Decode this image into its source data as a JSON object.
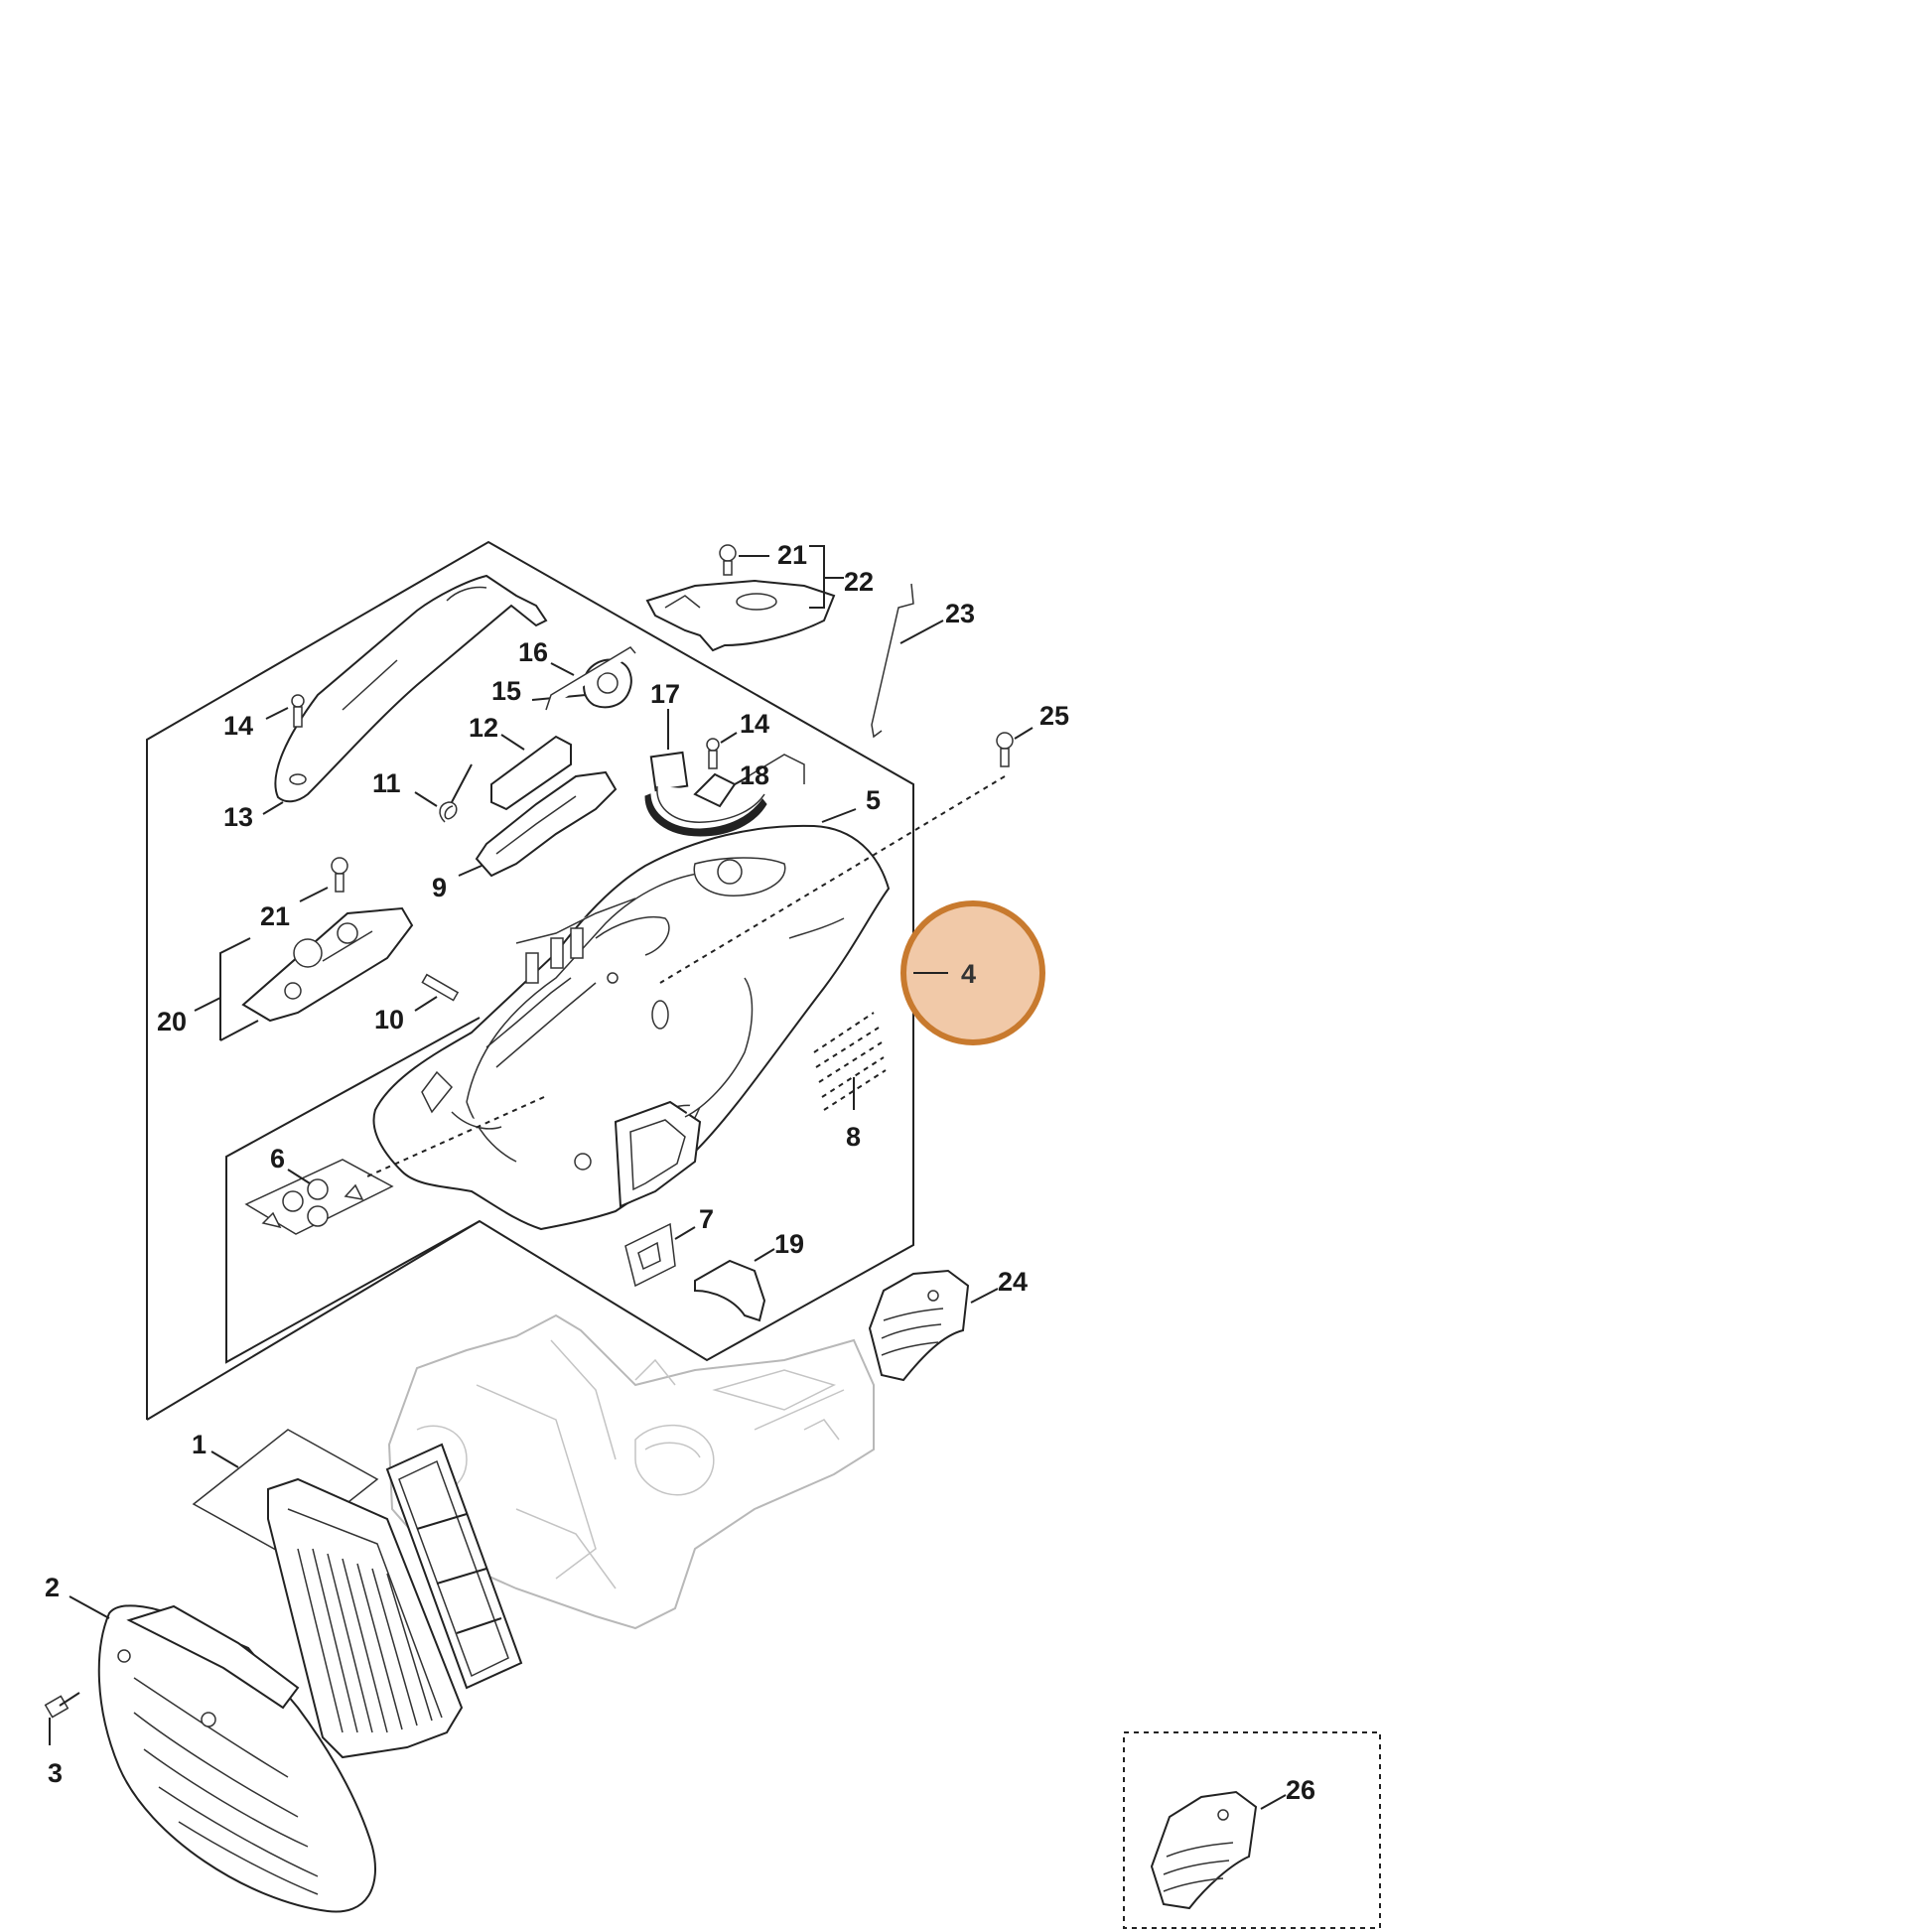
{
  "highlight": {
    "color": "#c87a2e",
    "fill": "#f1c9a8"
  },
  "labels": {
    "p1": "1",
    "p2": "2",
    "p3": "3",
    "p4": "4",
    "p5": "5",
    "p6": "6",
    "p7": "7",
    "p8": "8",
    "p9": "9",
    "p10": "10",
    "p11": "11",
    "p12": "12",
    "p13": "13",
    "p14a": "14",
    "p14b": "14",
    "p15": "15",
    "p16": "16",
    "p17": "17",
    "p18": "18",
    "p19": "19",
    "p20": "20",
    "p21a": "21",
    "p21b": "21",
    "p22": "22",
    "p23": "23",
    "p24": "24",
    "p25": "25",
    "p26": "26"
  }
}
